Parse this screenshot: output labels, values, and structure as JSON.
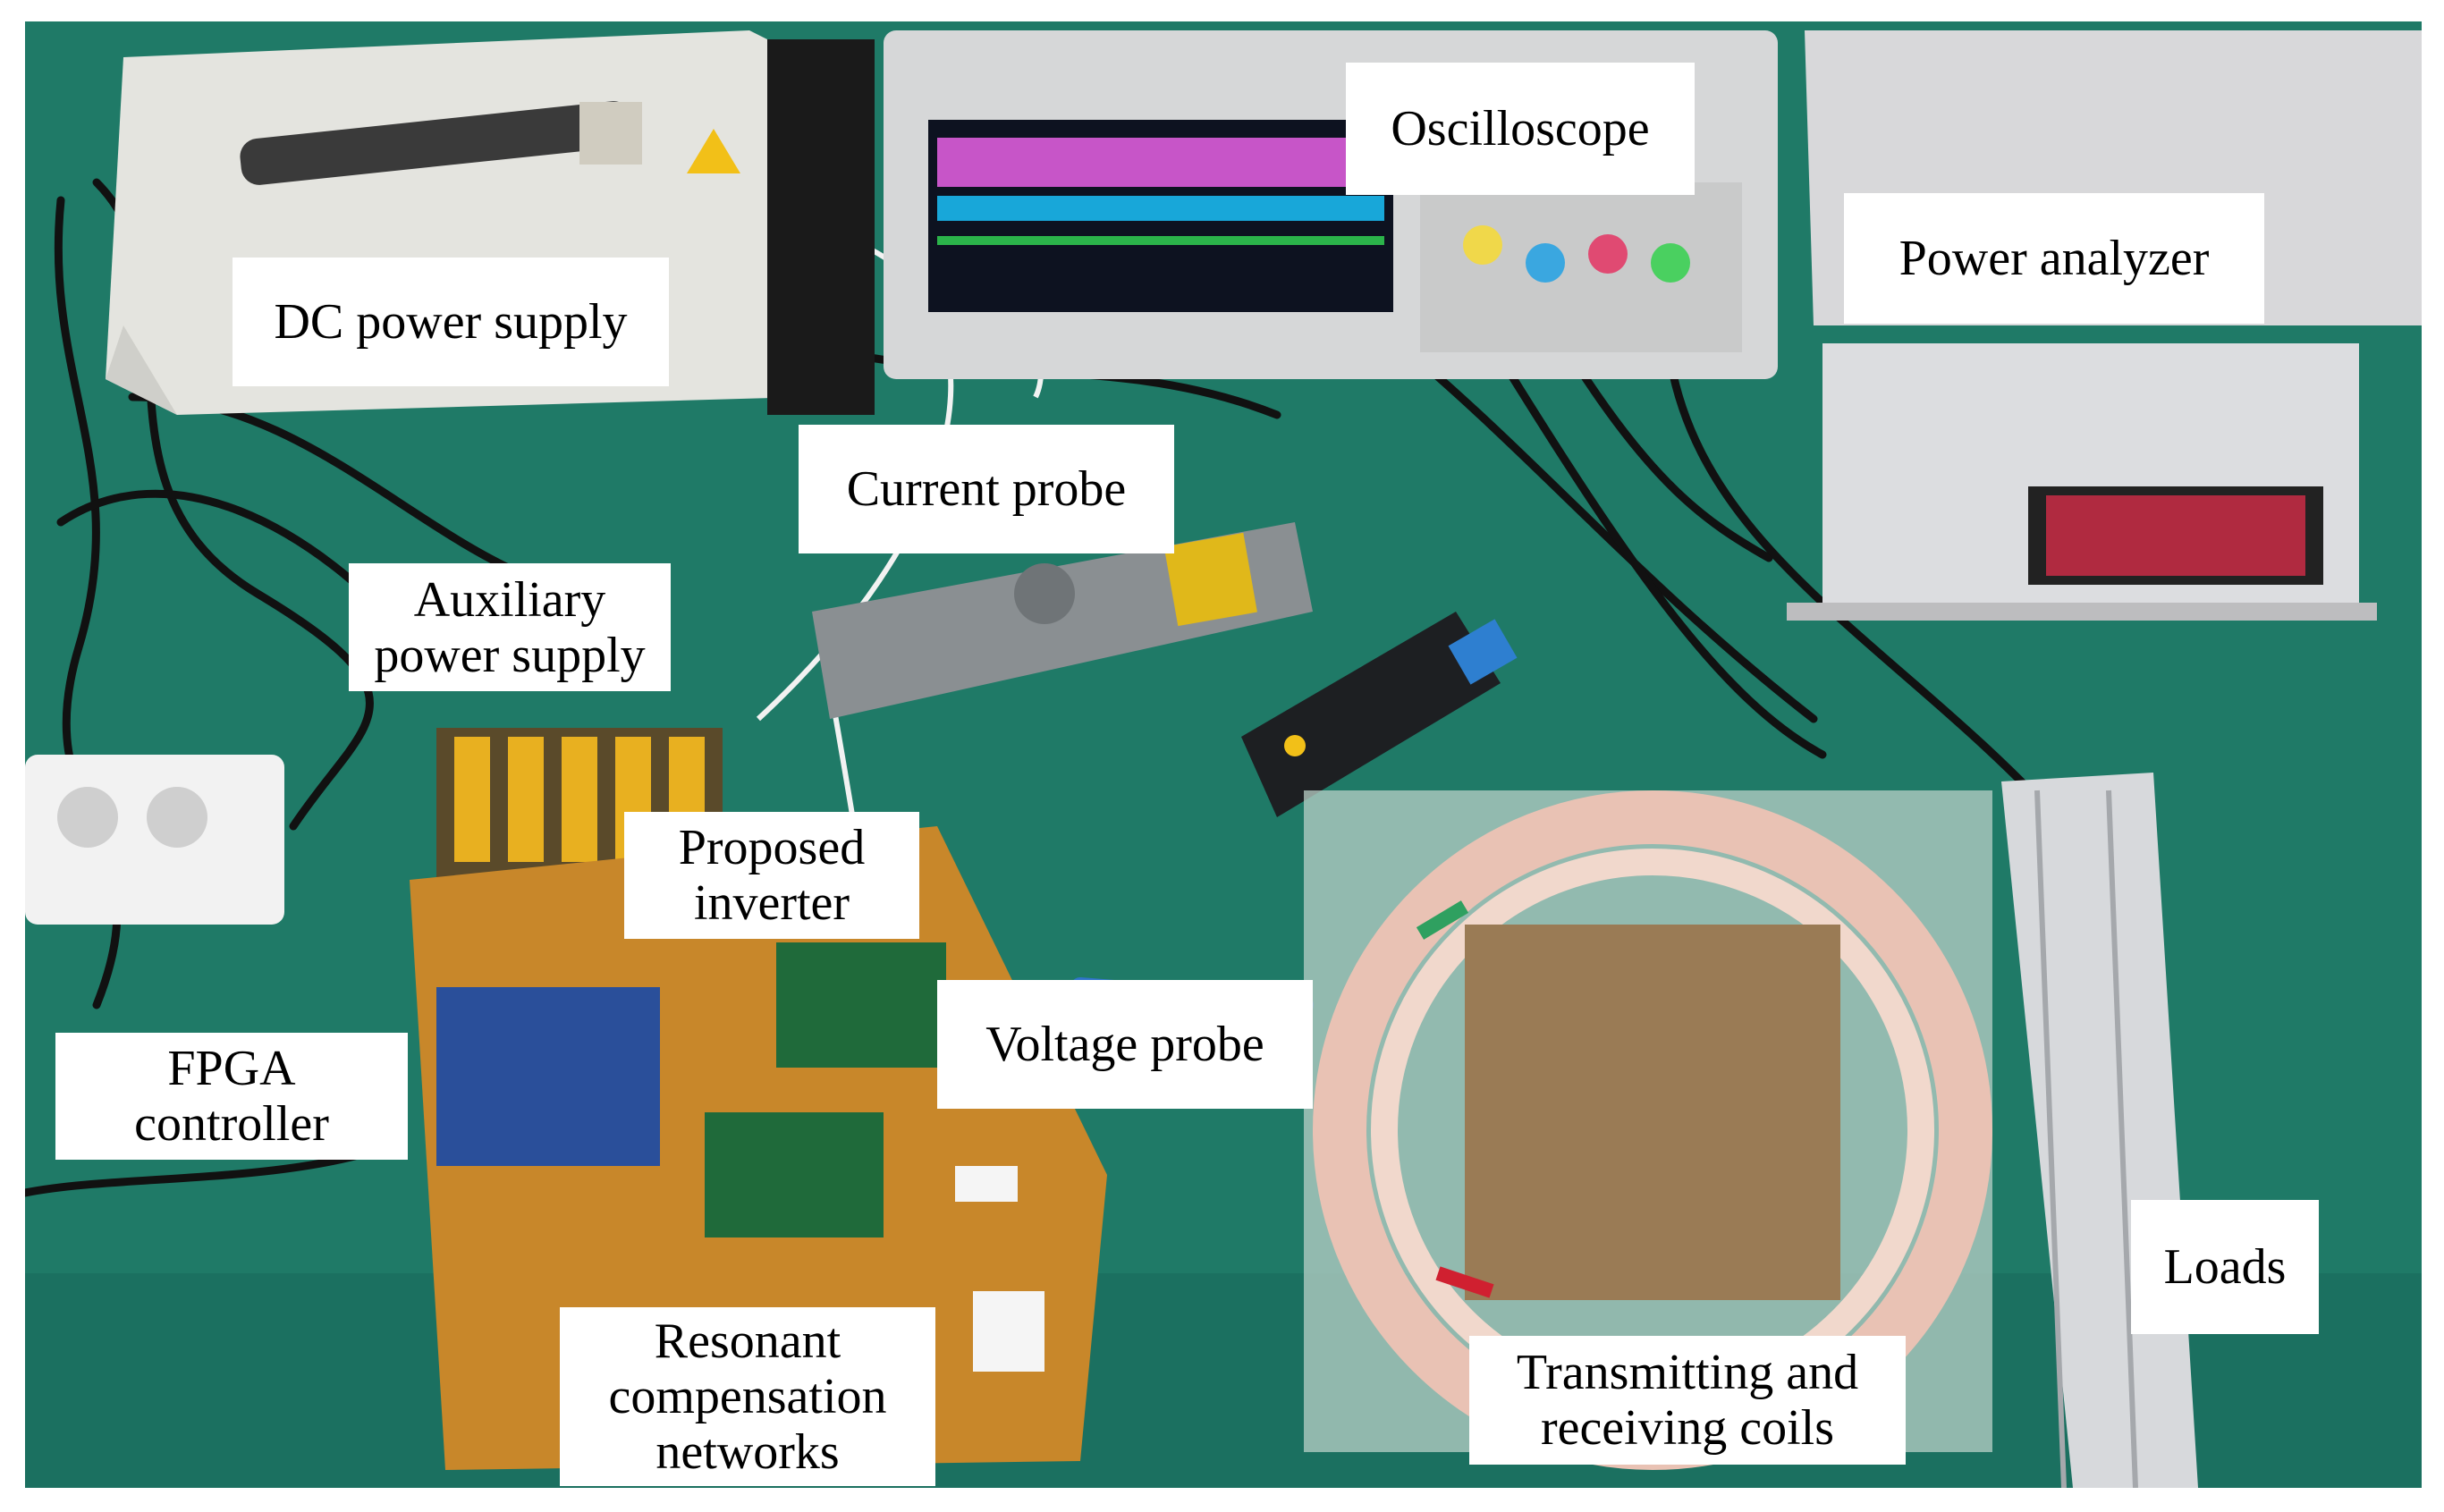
{
  "labels": {
    "dc_power_supply": "DC power supply",
    "oscilloscope": "Oscilloscope",
    "power_analyzer": "Power analyzer",
    "current_probe": "Current probe",
    "auxiliary_power_supply": [
      "Auxiliary",
      "power supply"
    ],
    "proposed_inverter": [
      "Proposed",
      "inverter"
    ],
    "fpga_controller": [
      "FPGA",
      "controller"
    ],
    "voltage_probe": "Voltage probe",
    "resonant_compensation_networks": [
      "Resonant",
      "compensation",
      "networks"
    ],
    "transmitting_receiving_coils": [
      "Transmitting and",
      "receiving coils"
    ],
    "loads": "Loads"
  },
  "colors": {
    "table": "#1f7a67",
    "label_bg": "#ffffff",
    "label_text": "#000000"
  }
}
